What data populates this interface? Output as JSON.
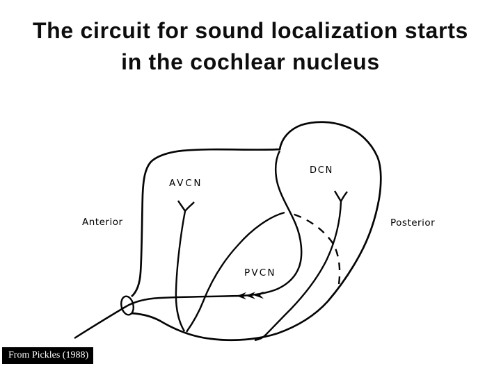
{
  "title": {
    "line1": "The circuit for sound localization starts",
    "line2": "in the cochlear nucleus"
  },
  "diagram": {
    "labels": {
      "avcn": "AVCN",
      "dcn": "DCN",
      "pvcn": "PVCN",
      "anterior": "Anterior",
      "posterior": "Posterior"
    }
  },
  "caption": {
    "text": "From Pickles (1988)"
  },
  "colors": {
    "ink": "#050505",
    "background": "#ffffff",
    "caption_bg": "#000000",
    "caption_fg": "#ffffff"
  }
}
